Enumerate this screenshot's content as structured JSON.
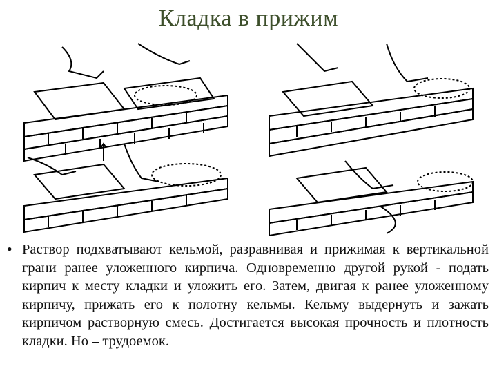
{
  "slide": {
    "title": "Кладка в прижим",
    "bullet_symbol": "•",
    "body": "Раствор подхватывают кельмой, разравнивая и прижимая к вертикальной грани ранее уложенного кирпича. Одновременно другой рукой - подать кирпич к месту кладки и уложить его. Затем, двигая к ранее уложенному кирпичу, прижать его к полотну кельмы. Кельму выдернуть и зажать кирпичом растворную смесь. Достигается высокая прочность и плотность кладки. Но – трудоемок."
  },
  "illustration": {
    "panels": [
      "step-1",
      "step-2",
      "step-3",
      "step-4"
    ],
    "line_color": "#000000"
  }
}
